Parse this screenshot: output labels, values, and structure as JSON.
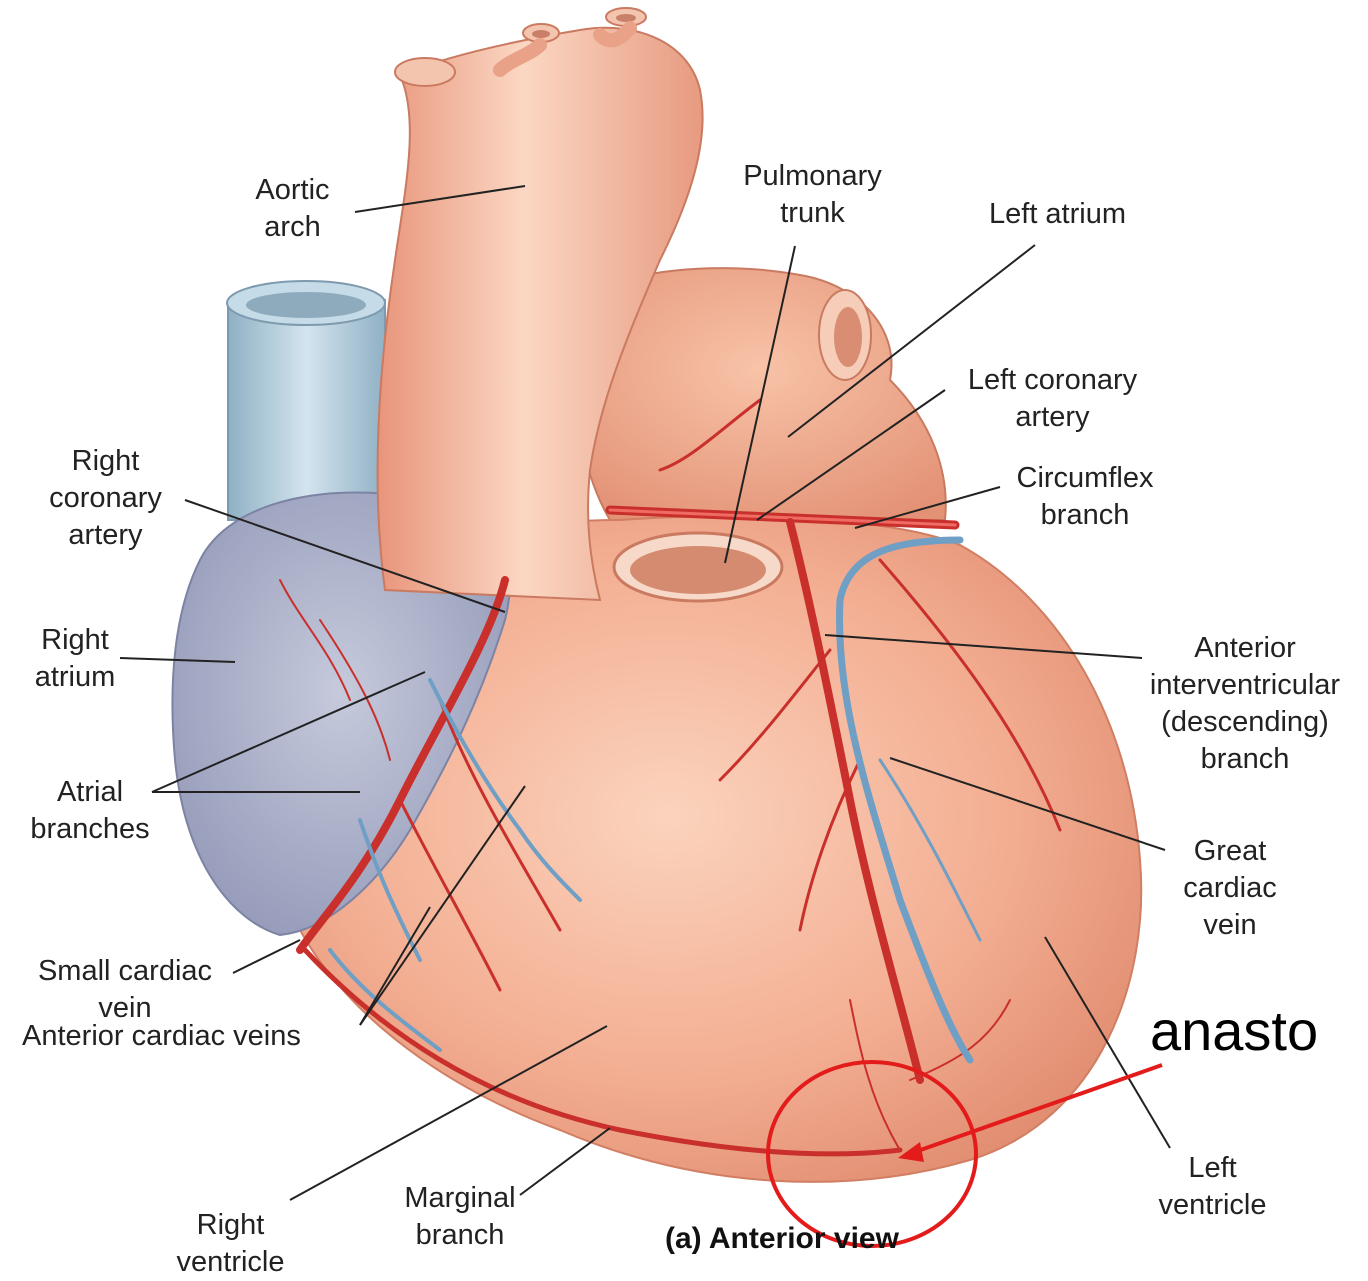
{
  "labels": {
    "aortic_arch": "Aortic\narch",
    "pulmonary_trunk": "Pulmonary\ntrunk",
    "left_atrium": "Left atrium",
    "left_coronary_artery": "Left coronary\nartery",
    "circumflex_branch": "Circumflex\nbranch",
    "right_coronary_artery": "Right\ncoronary\nartery",
    "right_atrium": "Right\natrium",
    "anterior_interventricular": "Anterior\ninterventricular\n(descending)\nbranch",
    "atrial_branches": "Atrial\nbranches",
    "great_cardiac_vein": "Great\ncardiac\nvein",
    "small_cardiac_vein": "Small cardiac\nvein",
    "anterior_cardiac_veins": "Anterior cardiac veins",
    "left_ventricle": "Left\nventricle",
    "marginal_branch": "Marginal\nbranch",
    "right_ventricle": "Right\nventricle"
  },
  "caption": "(a) Anterior view",
  "annotation": {
    "text": "anasto",
    "color": "#e41b1b"
  },
  "colors": {
    "heart": "#f0a68a",
    "vessel_artery": "#c9302c",
    "vessel_vein": "#6f9fc4",
    "atrium_right": "#a9afc9",
    "vena_cava": "#a9c6d6"
  }
}
